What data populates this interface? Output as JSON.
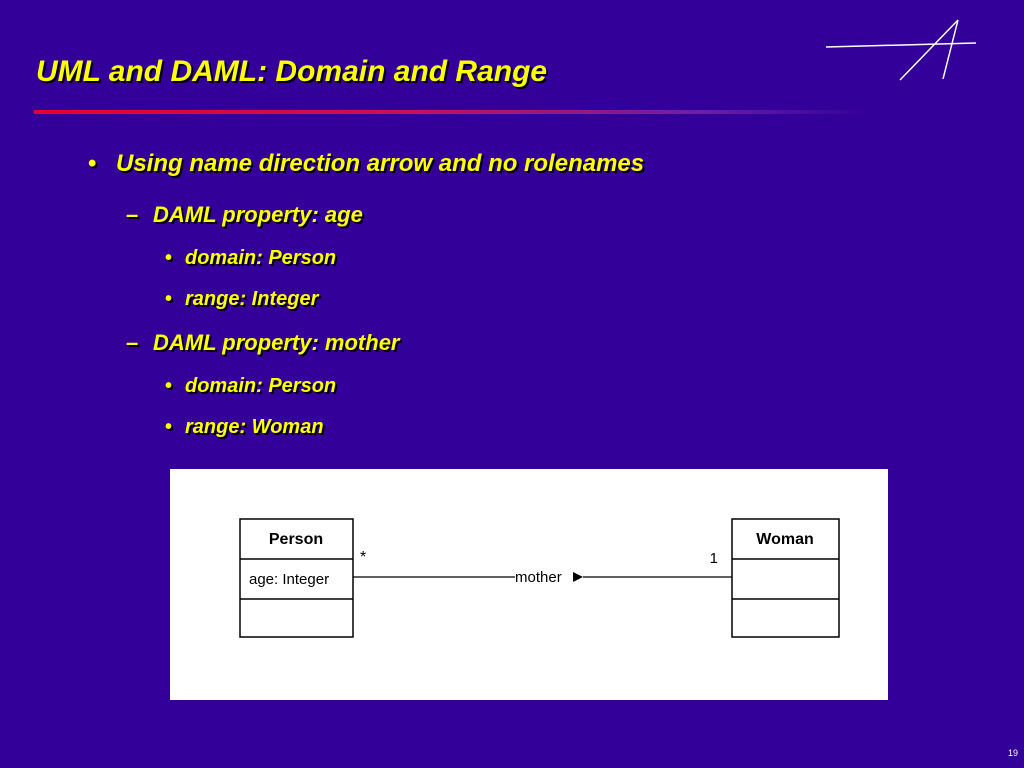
{
  "slide": {
    "title": "UML and DAML: Domain and Range",
    "page_number": "19"
  },
  "colors": {
    "background": "#330099",
    "text": "#FFFF00",
    "title_rule": "#E8002A",
    "panel": "#FFFFFF"
  },
  "bullets": [
    {
      "level": 1,
      "text": "Using name direction arrow and no rolenames"
    },
    {
      "level": 2,
      "text": "DAML property: age"
    },
    {
      "level": 3,
      "text": "domain: Person"
    },
    {
      "level": 3,
      "text": "range: Integer"
    },
    {
      "level": 2,
      "text": "DAML property: mother"
    },
    {
      "level": 3,
      "text": "domain: Person"
    },
    {
      "level": 3,
      "text": "range: Woman"
    }
  ],
  "diagram": {
    "classes": {
      "person": {
        "name": "Person",
        "attribute": "age: Integer"
      },
      "woman": {
        "name": "Woman",
        "attribute": ""
      }
    },
    "association": {
      "name": "mother",
      "source_multiplicity": "*",
      "target_multiplicity": "1"
    }
  }
}
